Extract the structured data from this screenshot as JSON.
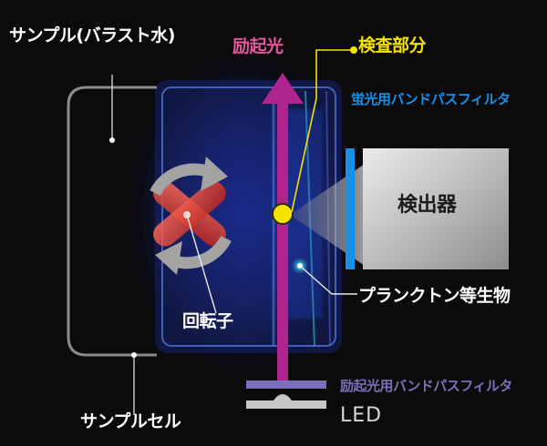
{
  "labels": {
    "sample_water": "サンプル(バラスト水)",
    "excitation_light": "励起光",
    "inspection_region": "検査部分",
    "fluorescence_filter": "蛍光用バンドパスフィルタ",
    "detector": "検出器",
    "plankton": "プランクトン等生物",
    "rotor": "回転子",
    "excitation_filter": "励起光用バンドパスフィルタ",
    "led": "LED",
    "sample_cell": "サンプルセル"
  },
  "colors": {
    "background": "#0c0b0c",
    "excitation_beam": "#b0248f",
    "excitation_label": "#e0579b",
    "inspection_point": "#f5e300",
    "fluorescence_filter": "#1a8fe6",
    "cell_glow": "#3b63ff",
    "detector_body": "#d3d3d3",
    "excitation_filter": "#7a6fb8",
    "led_label": "#d8d8d8",
    "rotor": "#e03a2a"
  }
}
